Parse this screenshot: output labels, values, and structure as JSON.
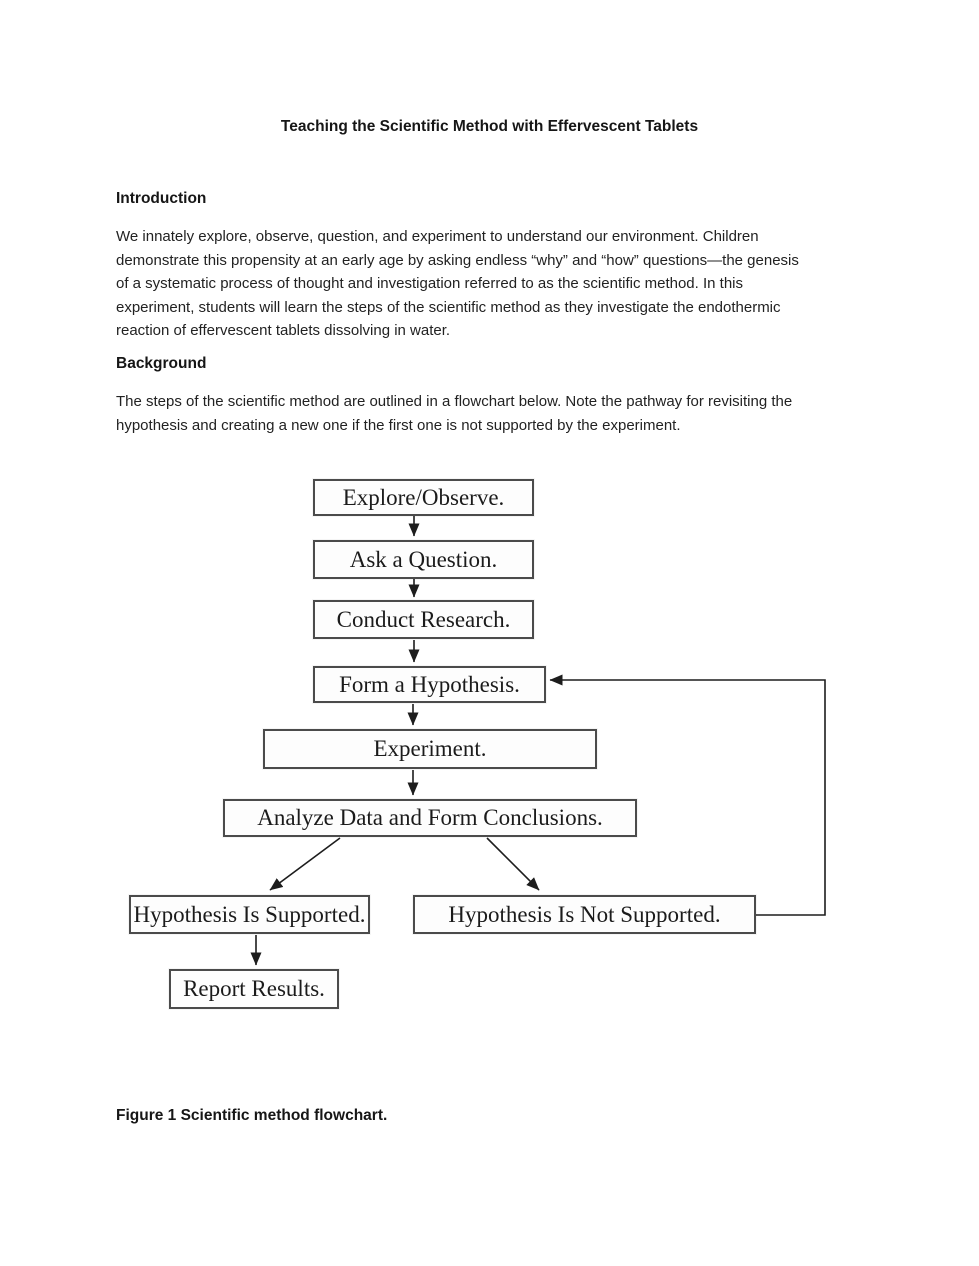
{
  "document": {
    "title": "Teaching the Scientific Method with Effervescent Tablets"
  },
  "sections": {
    "introduction": {
      "heading": "Introduction",
      "paragraph": "We innately explore, observe, question, and experiment to understand our environment. Children\ndemonstrate this propensity at an early age by asking endless “why” and “how” questions—the genesis\nof a systematic process of thought and investigation referred to as the scientific method. In this\nexperiment, students will learn the steps of the scientific method as they investigate the endothermic\nreaction of effervescent tablets dissolving in water."
    },
    "background": {
      "heading": "Background",
      "paragraph": "The steps of the scientific method are outlined in a flowchart below. Note the pathway for revisiting the\nhypothesis and creating a new one if the first one is not supported by the experiment."
    }
  },
  "flowchart": {
    "nodes": [
      {
        "id": "explore-observe",
        "label": "Explore/Observe."
      },
      {
        "id": "ask-a-question",
        "label": "Ask a Question."
      },
      {
        "id": "conduct-research",
        "label": "Conduct Research."
      },
      {
        "id": "form-a-hypothesis",
        "label": "Form a Hypothesis."
      },
      {
        "id": "experiment",
        "label": "Experiment."
      },
      {
        "id": "analyze-data-and-form-conclusions",
        "label": "Analyze Data and Form Conclusions."
      },
      {
        "id": "hypothesis-is-supported",
        "label": "Hypothesis Is Supported."
      },
      {
        "id": "hypothesis-is-not-supported",
        "label": "Hypothesis Is Not Supported."
      },
      {
        "id": "report-results",
        "label": "Report Results."
      }
    ],
    "edges": [
      {
        "from": "explore-observe",
        "to": "ask-a-question"
      },
      {
        "from": "ask-a-question",
        "to": "conduct-research"
      },
      {
        "from": "conduct-research",
        "to": "form-a-hypothesis"
      },
      {
        "from": "form-a-hypothesis",
        "to": "experiment"
      },
      {
        "from": "experiment",
        "to": "analyze-data-and-form-conclusions"
      },
      {
        "from": "analyze-data-and-form-conclusions",
        "to": "hypothesis-is-supported"
      },
      {
        "from": "analyze-data-and-form-conclusions",
        "to": "hypothesis-is-not-supported"
      },
      {
        "from": "hypothesis-is-supported",
        "to": "report-results"
      },
      {
        "from": "hypothesis-is-not-supported",
        "to": "form-a-hypothesis"
      }
    ]
  },
  "figure": {
    "caption": "Figure 1 Scientific method flowchart."
  },
  "colors": {
    "page_background": "#ffffff",
    "text": "#1c1c1c",
    "node_border": "#4b4b4b",
    "arrow": "#1d1d1d"
  }
}
